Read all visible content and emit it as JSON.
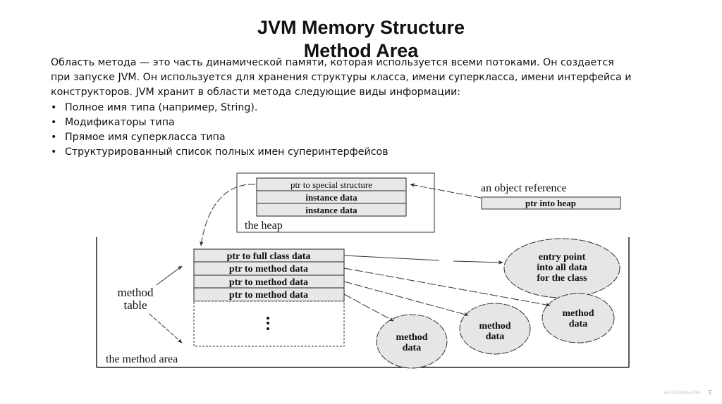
{
  "slide": {
    "title_line1": "JVM Memory Structure",
    "title_line2": "Method Area",
    "paragraph": "Область метода — это часть динамической памяти, которая используется всеми потоками. Он создается при запуске JVM. Он используется для хранения структуры класса, имени суперкласса, имени интерфейса и конструкторов. JVM хранит в области метода следующие виды информации:",
    "bullets": [
      "Полное имя типа (например, String).",
      "Модификаторы типа",
      "Прямое имя суперкласса типа",
      "Структурированный список полных имен суперинтерфейсов"
    ],
    "bullet_glyph": "•",
    "watermark": "БРАЗОВАНИЕ",
    "watermark_icon": "Ŧ"
  },
  "diagram": {
    "heap": {
      "label": "the heap",
      "rows": [
        "ptr to special structure",
        "instance data",
        "instance data"
      ]
    },
    "object_reference": {
      "label": "an object reference",
      "cell": "ptr into heap"
    },
    "method_area": {
      "label": "the method area",
      "method_table_label_line1": "method",
      "method_table_label_line2": "table",
      "rows": [
        "ptr to full class data",
        "ptr to method data",
        "ptr to method data",
        "ptr to method data"
      ],
      "ellipsis": "⋮"
    },
    "entry_point": {
      "lines": [
        "entry point",
        "into all data",
        "for the class"
      ]
    },
    "method_data_nodes": [
      {
        "line1": "method",
        "line2": "data"
      },
      {
        "line1": "method",
        "line2": "data"
      },
      {
        "line1": "method",
        "line2": "data"
      }
    ],
    "colors": {
      "cell_fill": "#e8e8e8",
      "ellipse_fill": "#e6e6e6",
      "stroke": "#222222"
    }
  }
}
